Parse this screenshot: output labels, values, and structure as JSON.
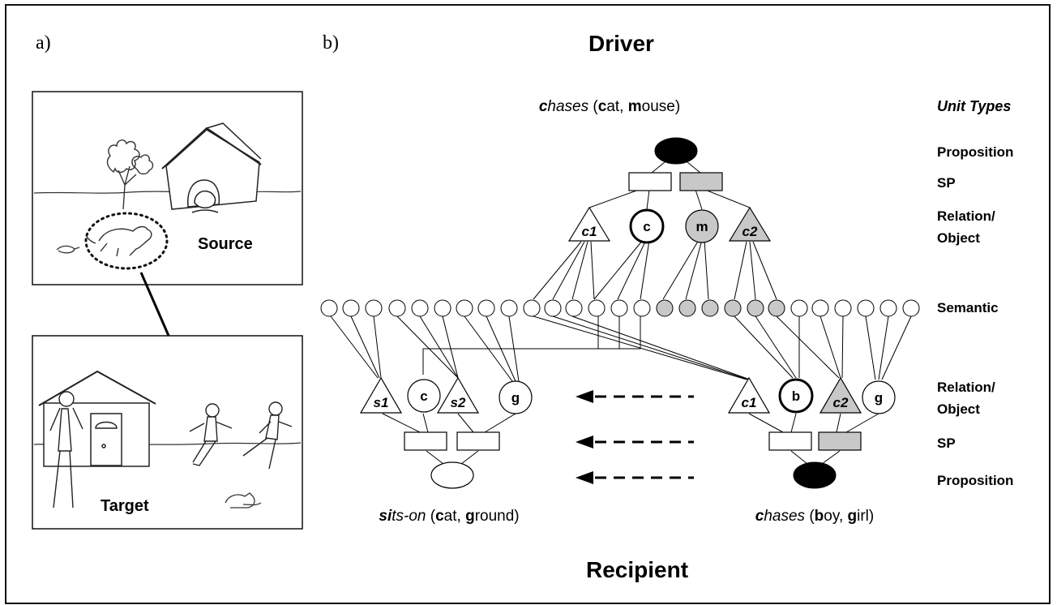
{
  "panel_a": {
    "label": "a)",
    "source_label": "Source",
    "target_label": "Target"
  },
  "panel_b": {
    "label": "b)",
    "driver_title": "Driver",
    "recipient_title": "Recipient",
    "unit_types": {
      "heading": "Unit Types",
      "proposition": "Proposition",
      "sp": "SP",
      "relation_line1": "Relation/",
      "relation_line2": "Object",
      "semantic": "Semantic",
      "relation2_line1": "Relation/",
      "relation2_line2": "Object",
      "sp2": "SP",
      "proposition2": "Proposition"
    },
    "driver_prop": {
      "p1": "c",
      "p2": "hases",
      "p3": " (",
      "p4": "c",
      "p5": "at, ",
      "p6": "m",
      "p7": "ouse)"
    },
    "recipient_left_prop": {
      "p1": "si",
      "p2": "ts-on",
      "p3": " (",
      "p4": "c",
      "p5": "at, ",
      "p6": "g",
      "p7": "round)"
    },
    "recipient_right_prop": {
      "p1": "c",
      "p2": "hases",
      "p3": " (",
      "p4": "b",
      "p5": "oy, ",
      "p6": "g",
      "p7": "irl)"
    },
    "driver_units": {
      "c1": "c1",
      "c": "c",
      "m": "m",
      "c2": "c2"
    },
    "recipient_left_units": {
      "s1": "s1",
      "c": "c",
      "s2": "s2",
      "g": "g"
    },
    "recipient_right_units": {
      "c1": "c1",
      "b": "b",
      "c2": "c2",
      "g": "g"
    }
  },
  "colors": {
    "shaded": "#c8c8c8",
    "filled": "#000000",
    "outline": "#000000"
  }
}
